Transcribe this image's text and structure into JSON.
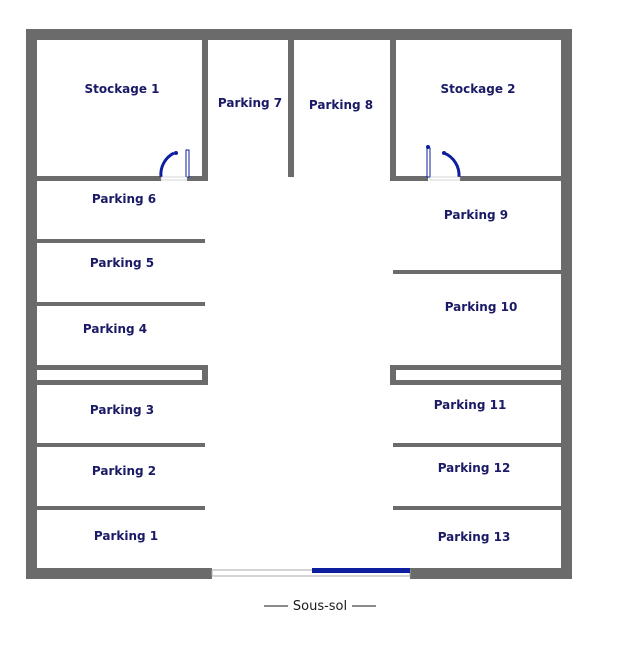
{
  "rooms": {
    "stockage1": "Stockage 1",
    "stockage2": "Stockage 2",
    "parking1": "Parking 1",
    "parking2": "Parking 2",
    "parking3": "Parking 3",
    "parking4": "Parking 4",
    "parking5": "Parking 5",
    "parking6": "Parking 6",
    "parking7": "Parking 7",
    "parking8": "Parking 8",
    "parking9": "Parking 9",
    "parking10": "Parking 10",
    "parking11": "Parking 11",
    "parking12": "Parking 12",
    "parking13": "Parking 13"
  },
  "caption": "Sous-sol",
  "colors": {
    "wall": "#6b6b6b",
    "door": "#0d1f9e",
    "label": "#1a1a66"
  }
}
